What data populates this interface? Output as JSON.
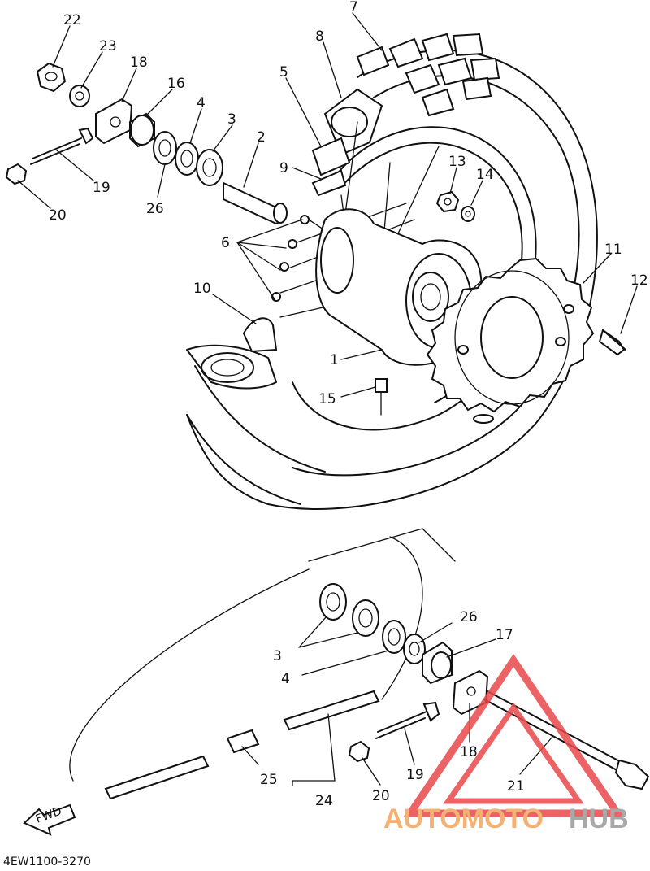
{
  "diagram": {
    "labels": {
      "p1": "1",
      "p2": "2",
      "p3": "3",
      "p3b": "3",
      "p4": "4",
      "p4b": "4",
      "p5": "5",
      "p6": "6",
      "p7": "7",
      "p8": "8",
      "p9": "9",
      "p10": "10",
      "p11": "11",
      "p12": "12",
      "p13": "13",
      "p14": "14",
      "p15": "15",
      "p16": "16",
      "p17": "17",
      "p18": "18",
      "p18b": "18",
      "p19": "19",
      "p19b": "19",
      "p20": "20",
      "p20b": "20",
      "p21": "21",
      "p22": "22",
      "p23": "23",
      "p24": "24",
      "p25": "25",
      "p26": "26",
      "p26b": "26"
    },
    "fwd_label": "FWD",
    "code": "4EW1100-3270"
  },
  "watermark": {
    "part1": "AUTOMOTO",
    "part2": "HUB",
    "color_primary": "#f4a45c",
    "color_secondary": "#9a9a9a",
    "logo_color": "#e8484a"
  }
}
